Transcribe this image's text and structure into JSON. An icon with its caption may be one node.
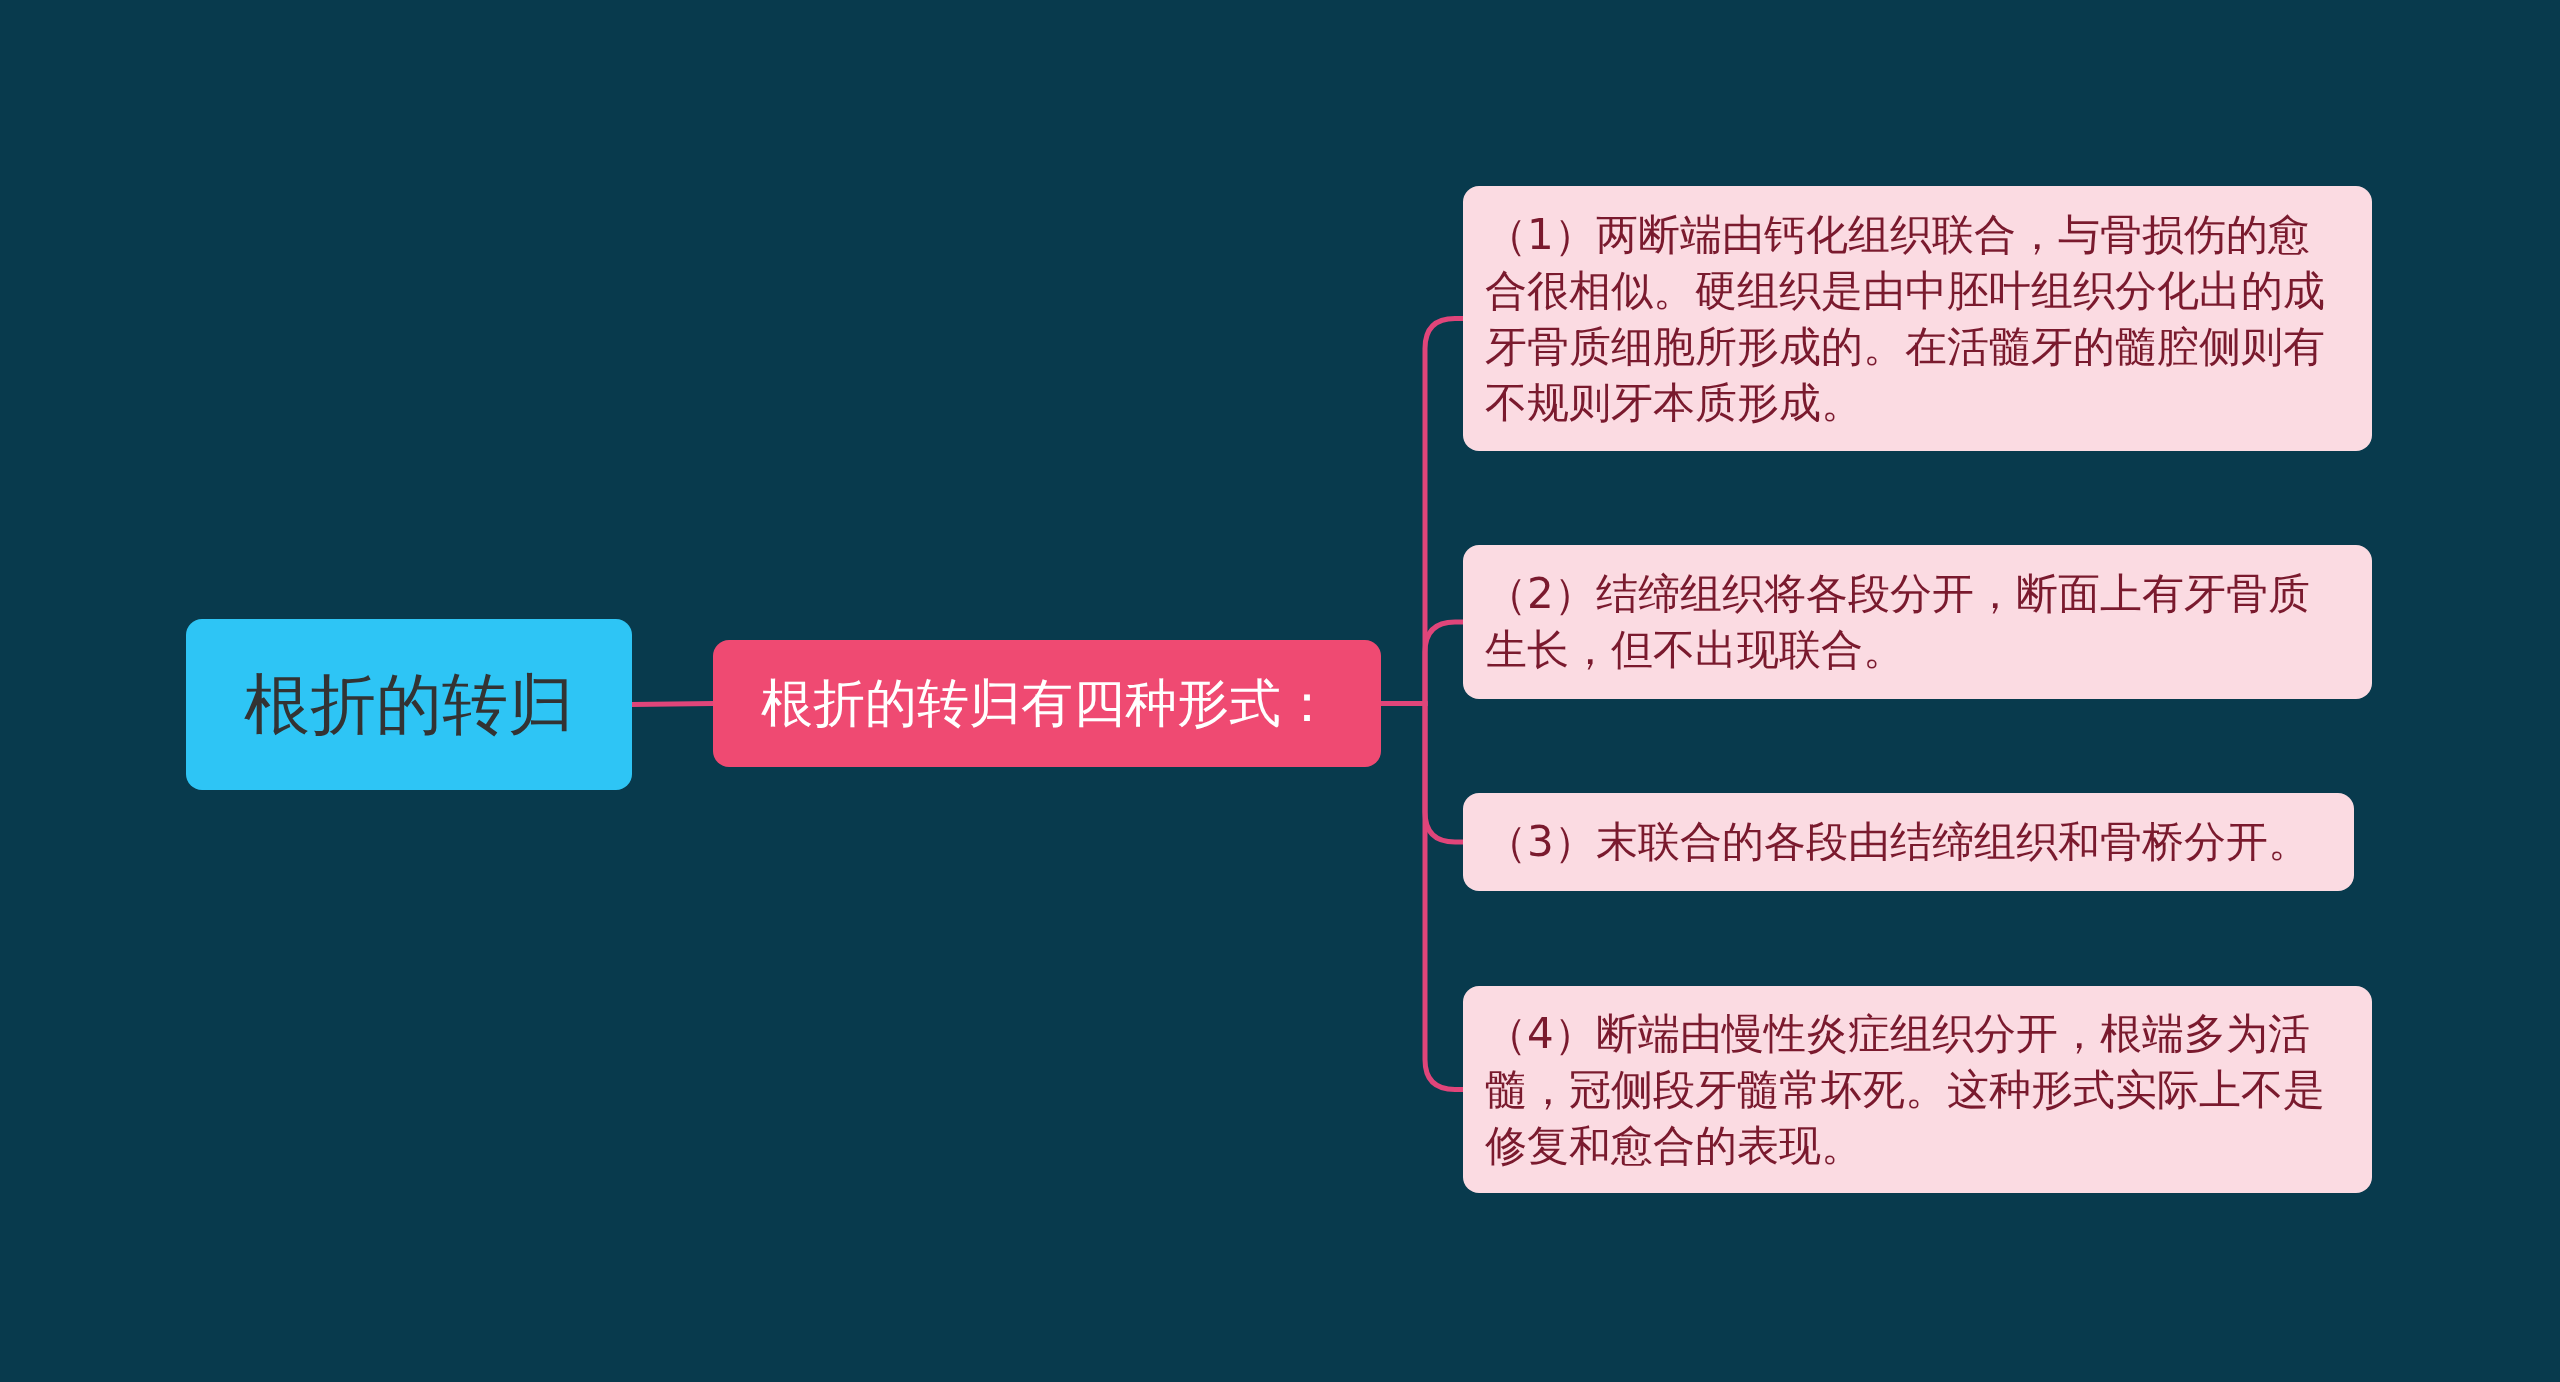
{
  "diagram": {
    "nodes": [
      {
        "text": [
          "根折的转归"
        ]
      },
      {
        "text": [
          "根折的转归有四种形式："
        ]
      },
      {
        "text": [
          "（1）两断端由钙化组织联合，与骨损伤的愈合很相似。硬组织是由中胚叶组织分化出的成牙骨质细胞所形成的。在活髓牙的髓腔侧则有不规则牙本质形成。"
        ]
      },
      {
        "text": [
          "（2）结缔组织将各段分开，断面上有牙骨质生长，但不出现联合。"
        ]
      },
      {
        "text": [
          "（3）末联合的各段由结缔组织和骨桥分开。"
        ]
      },
      {
        "text": [
          "（4）断端由慢性炎症组织分开，根端多为活髓，冠侧段牙髓常坏死。这种形式实际上不是修复和愈合的表现。"
        ]
      }
    ],
    "edges": [
      {
        "from": 0,
        "to": 1,
        "arrow": "none"
      },
      {
        "from": 1,
        "to": 2,
        "arrow": "none"
      },
      {
        "from": 1,
        "to": 3,
        "arrow": "none"
      },
      {
        "from": 1,
        "to": 4,
        "arrow": "none"
      },
      {
        "from": 1,
        "to": 5,
        "arrow": "none"
      }
    ]
  }
}
